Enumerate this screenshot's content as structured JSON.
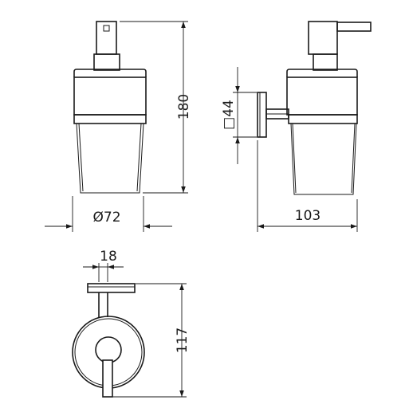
{
  "front_view": {
    "diameter_symbol": "Ø",
    "diameter_value": "72",
    "height_value": "180"
  },
  "side_view": {
    "square_symbol": "□",
    "square_value": "44",
    "depth_value": "103"
  },
  "top_view": {
    "width_value": "18",
    "height_value": "117"
  },
  "colors": {
    "line": "#1a1a1a",
    "background": "#ffffff"
  }
}
